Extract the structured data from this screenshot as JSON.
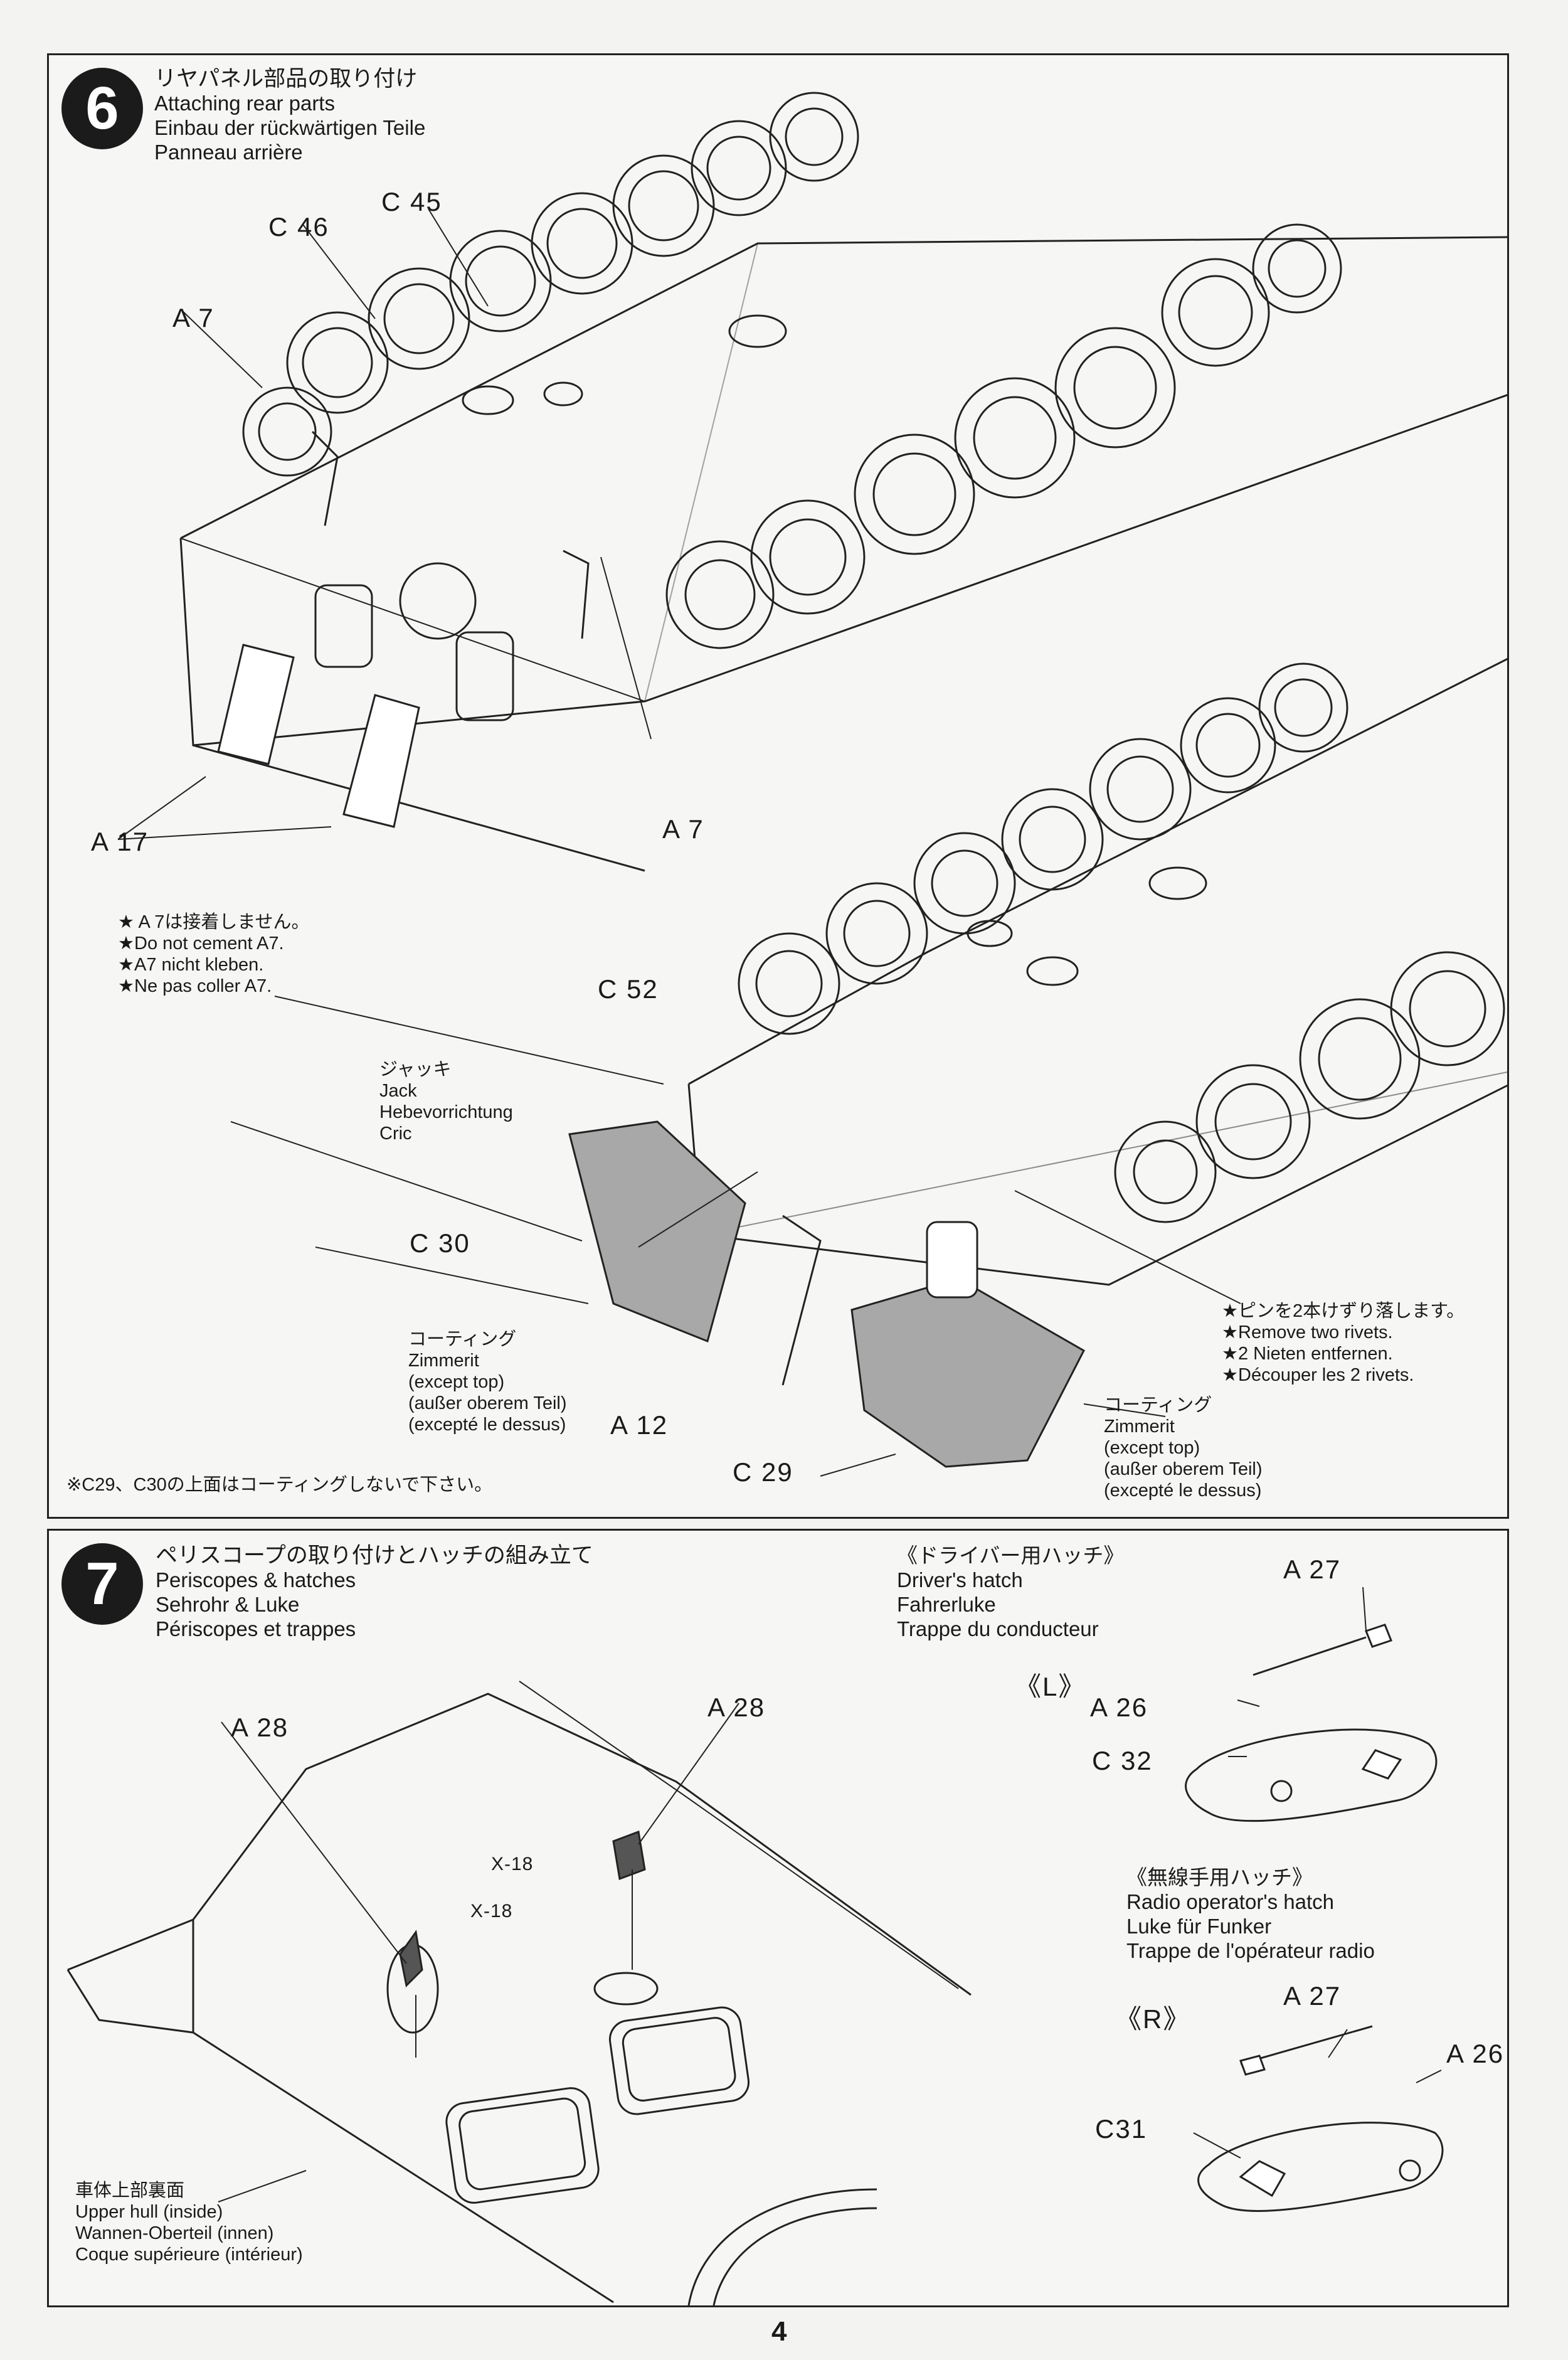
{
  "page_number": "4",
  "step6": {
    "number": "6",
    "title_jp": "リヤパネル部品の取り付け",
    "title_en": "Attaching rear parts",
    "title_de": "Einbau der rückwärtigen Teile",
    "title_fr": "Panneau arrière",
    "labels": {
      "c46": "C 46",
      "c45": "C 45",
      "a7_left": "A 7",
      "a7_right": "A 7",
      "a17": "A 17",
      "c52": "C 52",
      "c30": "C 30",
      "a12": "A 12",
      "c29": "C 29"
    },
    "a7_note": [
      "★ A 7は接着しません。",
      "★Do not cement A7.",
      "★A7 nicht kleben.",
      "★Ne pas coller A7."
    ],
    "jack": [
      "ジャッキ",
      "Jack",
      "Hebevorrichtung",
      "Cric"
    ],
    "coating_left": [
      "コーティング",
      "Zimmerit",
      "(except top)",
      "(außer oberem Teil)",
      "(excepté le dessus)"
    ],
    "coating_right": [
      "コーティング",
      "Zimmerit",
      "(except top)",
      "(außer oberem Teil)",
      "(excepté le dessus)"
    ],
    "rivets": [
      "★ピンを2本けずり落します。",
      "★Remove two rivets.",
      "★2 Nieten entfernen.",
      "★Découper les 2 rivets."
    ],
    "coating_footnote": "※C29、C30の上面はコーティングしないで下さい。"
  },
  "step7": {
    "number": "7",
    "title_jp": "ペリスコープの取り付けとハッチの組み立て",
    "title_en": "Periscopes & hatches",
    "title_de": "Sehrohr & Luke",
    "title_fr": "Périscopes et trappes",
    "driver_hatch": [
      "《ドライバー用ハッチ》",
      "Driver's hatch",
      "Fahrerluke",
      "Trappe du conducteur"
    ],
    "marker_l": "《L》",
    "radio_hatch": [
      "《無線手用ハッチ》",
      "Radio operator's hatch",
      "Luke für Funker",
      "Trappe de l'opérateur radio"
    ],
    "marker_r": "《R》",
    "labels": {
      "a28_left": "A 28",
      "a28_right": "A 28",
      "x18_top": "X-18",
      "x18_left": "X-18",
      "a27_top": "A 27",
      "a26_top": "A 26",
      "c32": "C 32",
      "a27_bottom": "A 27",
      "a26_bottom": "A 26",
      "c31": "C31"
    },
    "upper_hull": [
      "車体上部裏面",
      "Upper hull (inside)",
      "Wannen-Oberteil (innen)",
      "Coque supérieure (intérieur)"
    ]
  }
}
